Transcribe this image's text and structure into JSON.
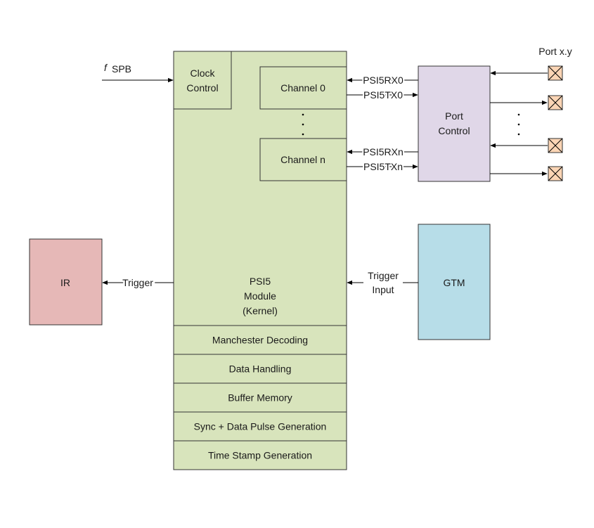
{
  "input_clock": {
    "symbol": "f",
    "subscript": "SPB"
  },
  "clock_control": {
    "line1": "Clock",
    "line2": "Control"
  },
  "channels": {
    "ch0": "Channel 0",
    "chn": "Channel n"
  },
  "signals": {
    "rx0": "PSI5RX0",
    "tx0": "PSI5TX0",
    "rxn": "PSI5RXn",
    "txn": "PSI5TXn",
    "trigger_out": "Trigger",
    "trigger_in_line1": "Trigger",
    "trigger_in_line2": "Input"
  },
  "port_control": {
    "line1": "Port",
    "line2": "Control",
    "pins_label": "Port x.y"
  },
  "module": {
    "line1": "PSI5",
    "line2": "Module",
    "line3": "(Kernel)"
  },
  "sub_blocks": [
    "Manchester Decoding",
    "Data Handling",
    "Buffer Memory",
    "Sync + Data Pulse Generation",
    "Time Stamp Generation"
  ],
  "ir": {
    "label": "IR"
  },
  "gtm": {
    "label": "GTM"
  }
}
